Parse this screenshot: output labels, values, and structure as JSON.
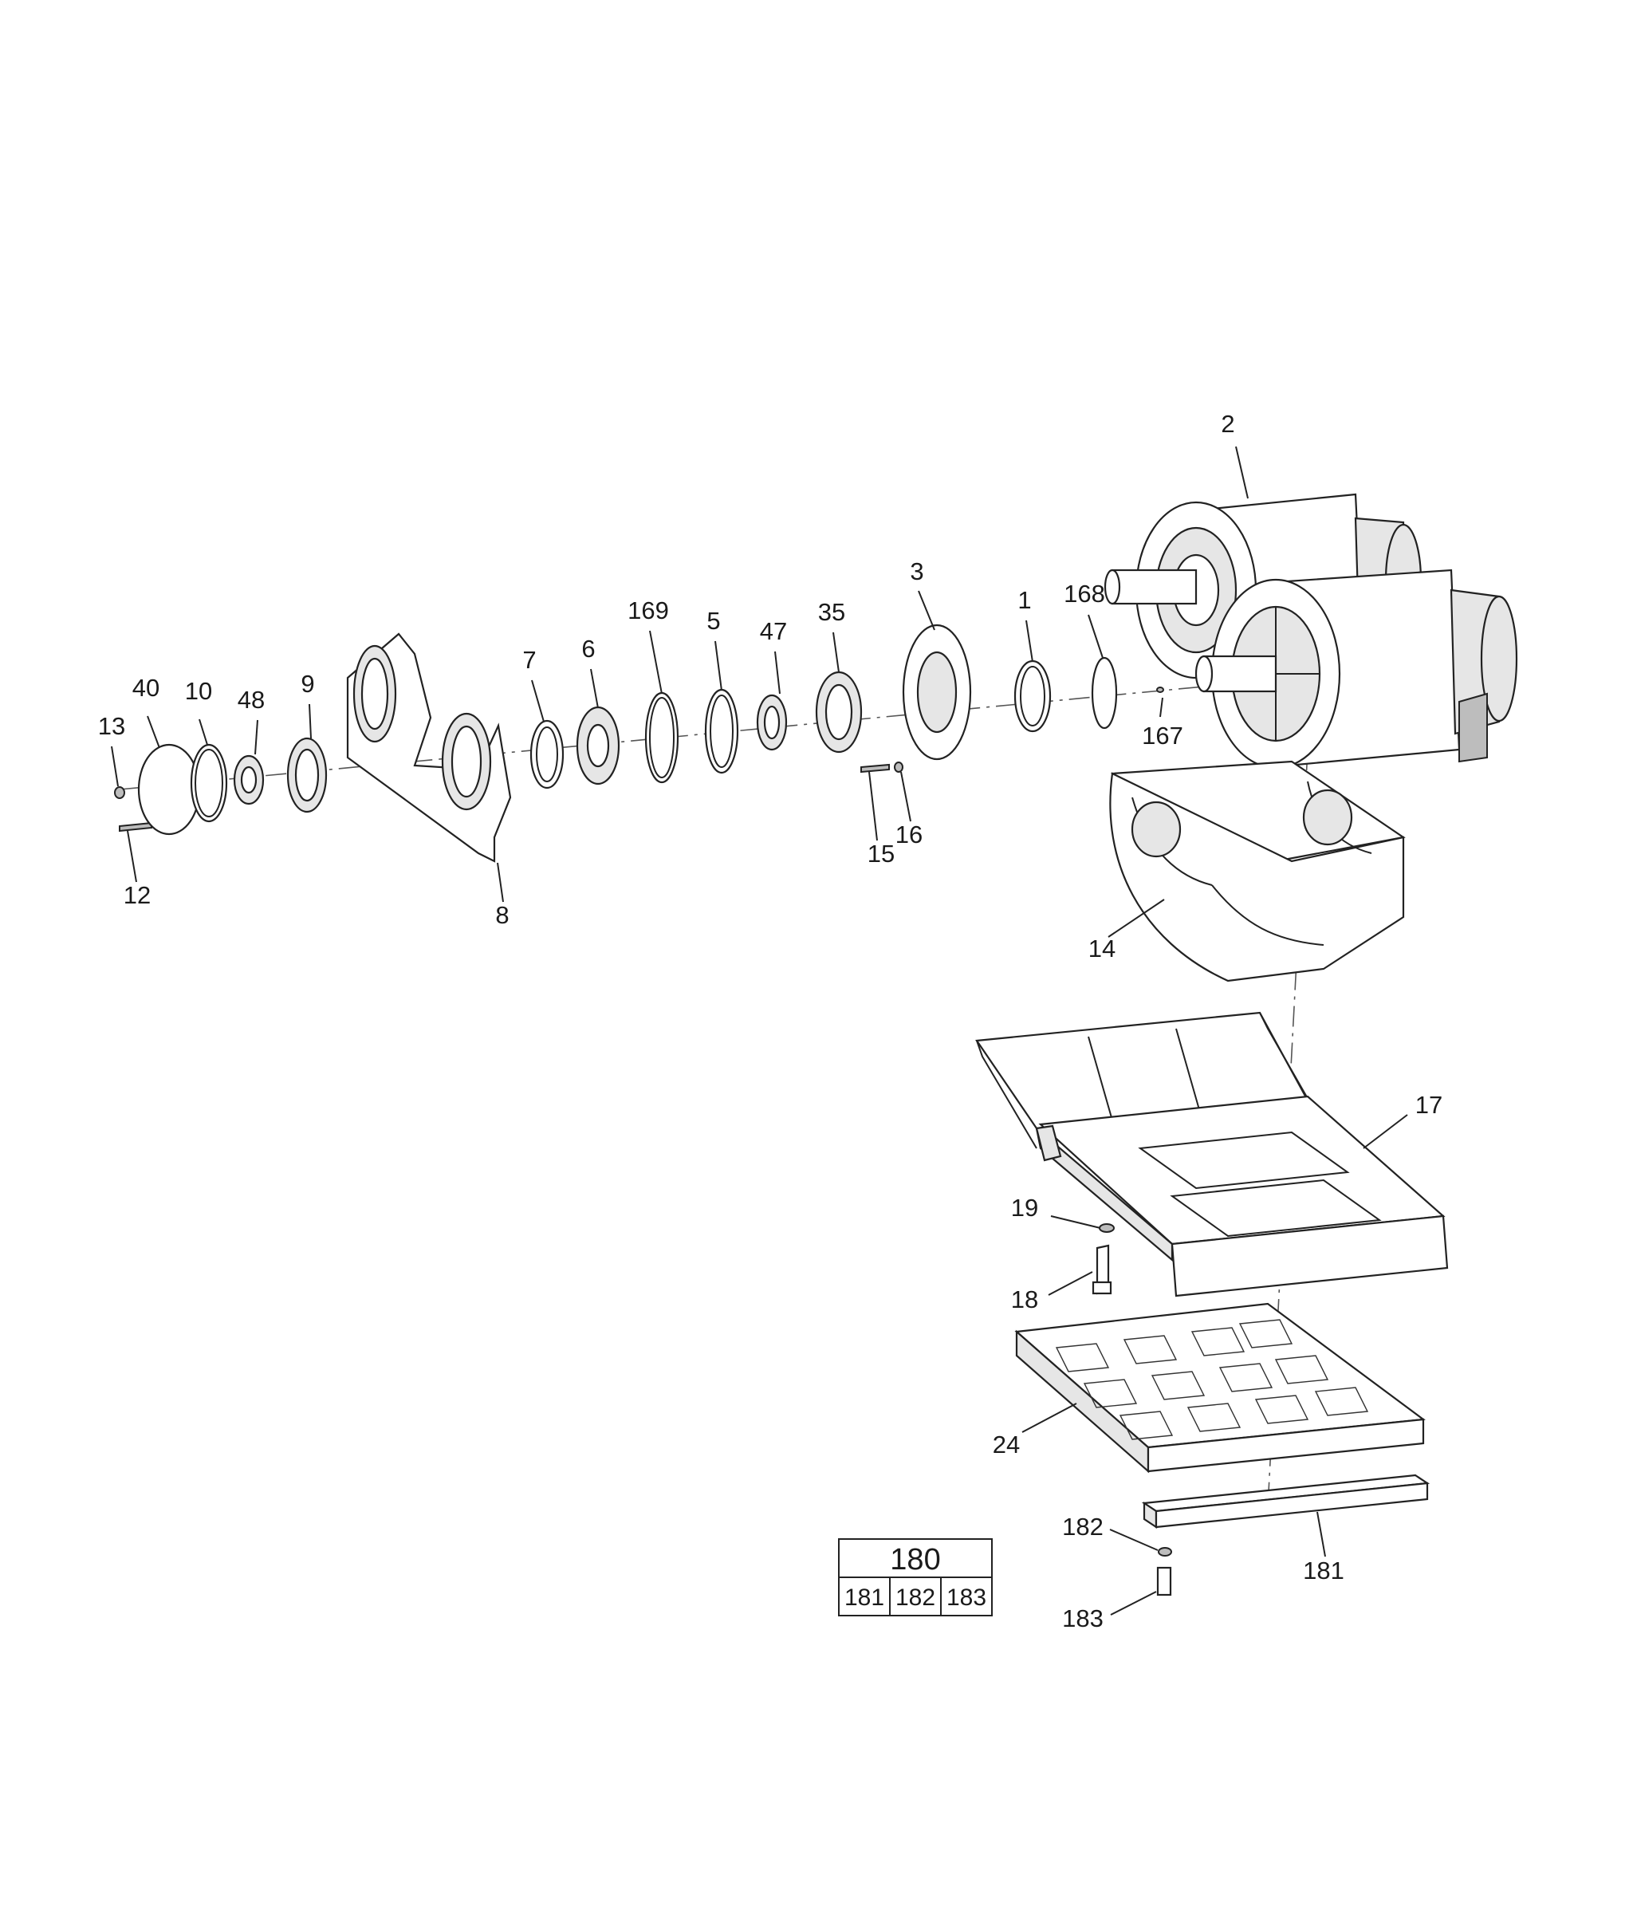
{
  "callouts": {
    "p1": "1",
    "p2": "2",
    "p3": "3",
    "p5": "5",
    "p6": "6",
    "p7": "7",
    "p8": "8",
    "p9": "9",
    "p10": "10",
    "p12": "12",
    "p13": "13",
    "p14": "14",
    "p15": "15",
    "p16": "16",
    "p17": "17",
    "p18": "18",
    "p19": "19",
    "p24": "24",
    "p35": "35",
    "p40": "40",
    "p47": "47",
    "p48": "48",
    "p167": "167",
    "p168": "168",
    "p169": "169",
    "p181": "181",
    "p182": "182",
    "p183": "183"
  },
  "kit_table": {
    "header": "180",
    "cells": [
      "181",
      "182",
      "183"
    ]
  }
}
